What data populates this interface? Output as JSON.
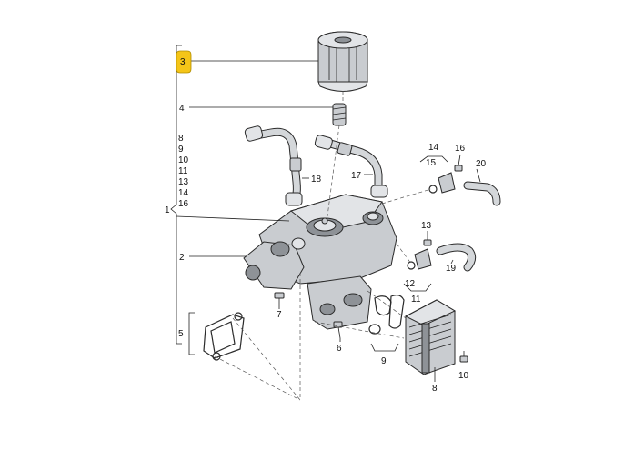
{
  "callouts": {
    "c1": "1",
    "c2": "2",
    "c3": "3",
    "c4": "4",
    "c5": "5",
    "c6": "6",
    "c7": "7",
    "c8": "8",
    "c9": "9",
    "c10": "10",
    "c11": "11",
    "c12": "12",
    "c13": "13",
    "c14": "14",
    "c15": "15",
    "c16": "16",
    "c17": "17",
    "c18": "18",
    "c19": "19",
    "c20": "20"
  },
  "group_list": [
    "8",
    "9",
    "10",
    "11",
    "13",
    "14",
    "16"
  ],
  "highlight_color": "#f5c518"
}
